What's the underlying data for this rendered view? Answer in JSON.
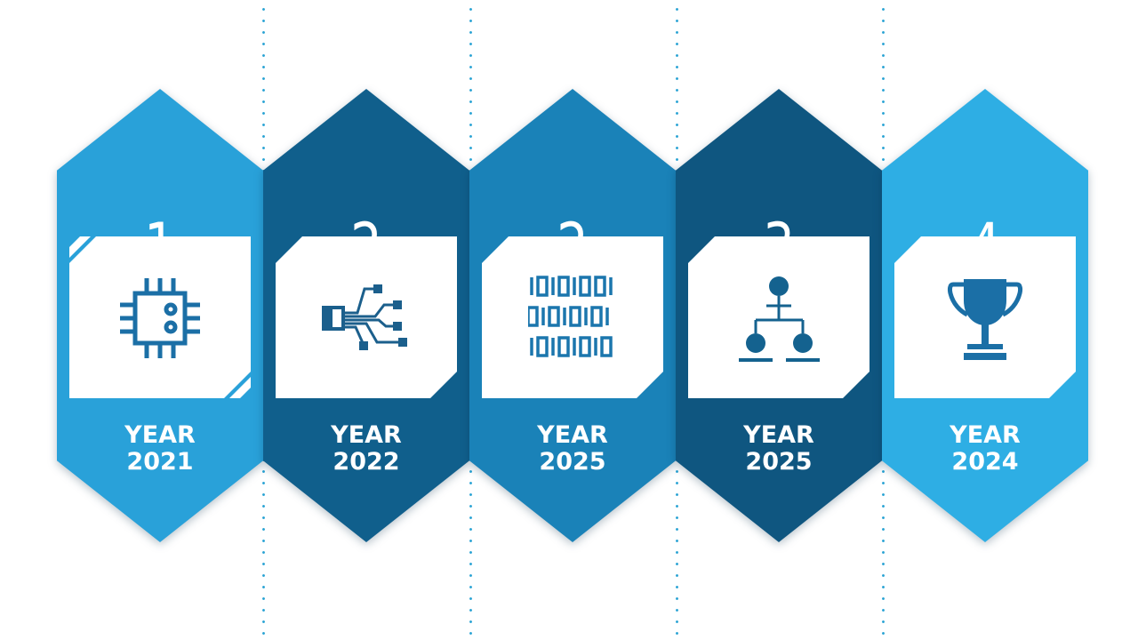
{
  "colors": {
    "light_blue": "#29a8e0",
    "medium_blue": "#1878ad",
    "dark_blue": "#105b86",
    "panel": "#ffffff",
    "divider": "#2aa3d4"
  },
  "steps": [
    {
      "number": "1",
      "year_label": "YEAR",
      "year": "2021",
      "icon": "cpu-chip-icon",
      "color": "#29a1d9"
    },
    {
      "number": "2",
      "year_label": "YEAR",
      "year": "2022",
      "icon": "circuit-connector-icon",
      "color": "#105f8c"
    },
    {
      "number": "2",
      "year_label": "YEAR",
      "year": "2025",
      "icon": "binary-code-icon",
      "color": "#1a82b8"
    },
    {
      "number": "3",
      "year_label": "YEAR",
      "year": "2025",
      "icon": "hierarchy-network-icon",
      "color": "#0f5680"
    },
    {
      "number": "4",
      "year_label": "YEAR",
      "year": "2024",
      "icon": "trophy-icon",
      "color": "#2eaee4"
    }
  ]
}
